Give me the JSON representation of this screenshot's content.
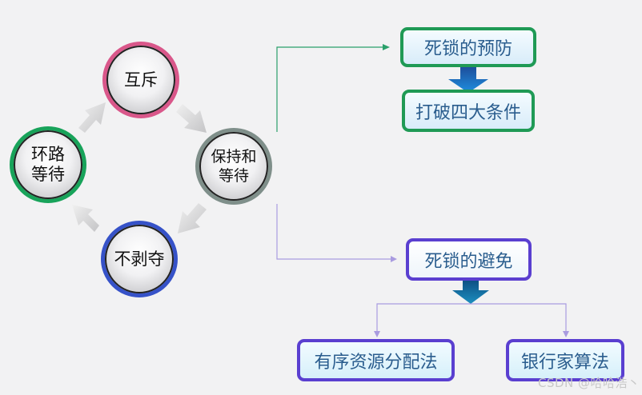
{
  "cycle": {
    "nodes": [
      {
        "label": "互斥",
        "ring_color": "#d9578a"
      },
      {
        "label": "保持和\n等待",
        "ring_color": "#7f8f8a"
      },
      {
        "label": "不剥夺",
        "ring_color": "#3652c8"
      },
      {
        "label": "环路\n等待",
        "ring_color": "#18a35a"
      }
    ]
  },
  "prevention": {
    "title": "死锁的预防",
    "method": "打破四大条件",
    "border_color": "#1f9a55"
  },
  "avoidance": {
    "title": "死锁的避免",
    "methods": [
      "有序资源分配法",
      "银行家算法"
    ],
    "border_color": "#5a3fd0"
  },
  "watermark": "CSDN @哈哈浩丶"
}
